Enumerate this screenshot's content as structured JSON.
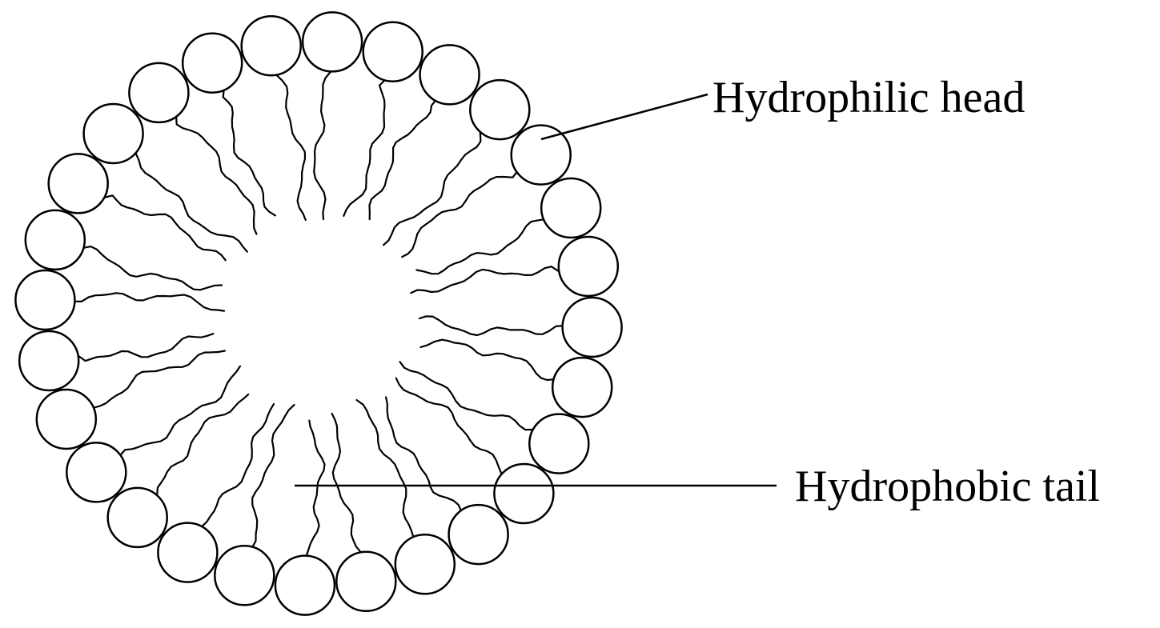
{
  "diagram": {
    "labels": {
      "head": "Hydrophilic head",
      "tail": "Hydrophobic tail"
    },
    "colors": {
      "stroke": "#000000",
      "background": "#ffffff"
    },
    "molecule_count": 28
  }
}
